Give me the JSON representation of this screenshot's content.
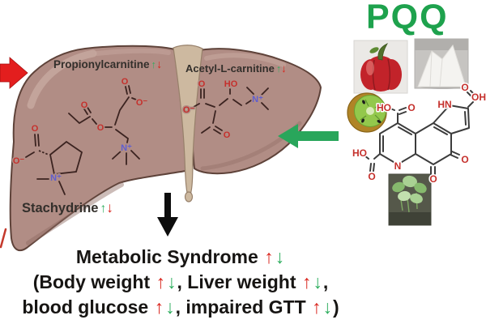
{
  "pqq": {
    "title": "PQQ"
  },
  "liver_labels": {
    "propionylcarnitine": {
      "name": "Propionylcarnitine",
      "up": "↑",
      "down": "↓"
    },
    "acetyl": {
      "name": "Acetyl-L-carnitine",
      "up": "↑",
      "down": "↓"
    },
    "stachydrine": {
      "name": "Stachydrine",
      "up": "↑",
      "down": "↓"
    }
  },
  "atoms": {
    "o": "O",
    "o_minus": "O⁻",
    "n_plus": "N⁺",
    "ho": "HO",
    "oh": "OH",
    "hn": "HN",
    "n": "N"
  },
  "outcome": {
    "l1": "Metabolic Syndrome ",
    "l1_up": "↑",
    "l1_down": "↓",
    "l2a": "(Body weight ",
    "l2_up1": "↑",
    "l2_down1": "↓",
    "l2b": ", Liver weight ",
    "l2_up2": "↑",
    "l2_down2": "↓",
    "l2c": ",",
    "l3a": "blood glucose ",
    "l3_up1": "↑",
    "l3_down1": "↓",
    "l3b": ", impaired GTT ",
    "l3_up2": "↑",
    "l3_down2": "↓",
    "l3c": ")"
  },
  "images": {
    "pepper": "red bell pepper",
    "powder": "PQQ powder",
    "kiwi": "kiwi fruit",
    "plant": "green plant"
  },
  "colors": {
    "pqq_green": "#1ea24d",
    "green_arrow": "#29a65b",
    "red_arrow": "#e31e1e",
    "up_arrow_red": "#d9251d",
    "down_arrow_green": "#2fae5f",
    "liver_fill": "#b18d85",
    "liver_outline": "#5e4239",
    "ligament": "#cdb9a0",
    "bond_dark": "#3b2320",
    "atom_red": "#c5302c",
    "atom_blue": "#5f5ed0",
    "black_arrow": "#0d0d0d"
  }
}
